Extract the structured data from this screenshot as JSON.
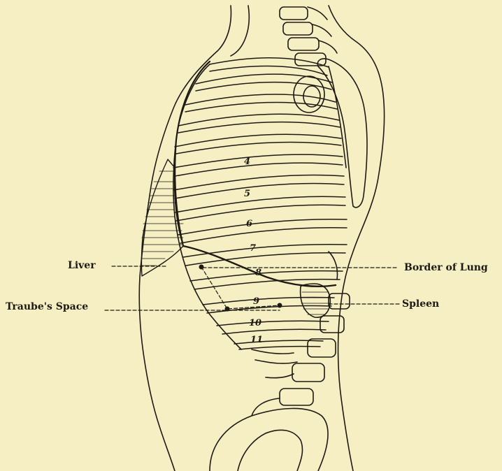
{
  "labels": {
    "liver": "Liver",
    "border_of_lung": "Border of Lung",
    "traubes_space": "Traube's Space",
    "spleen": "Spleen"
  },
  "rib_numbers": [
    "4",
    "5",
    "6",
    "7",
    "8",
    "9",
    "10",
    "11"
  ],
  "colors": {
    "paper": "#f6efc4",
    "ink": "#1e1a12"
  }
}
